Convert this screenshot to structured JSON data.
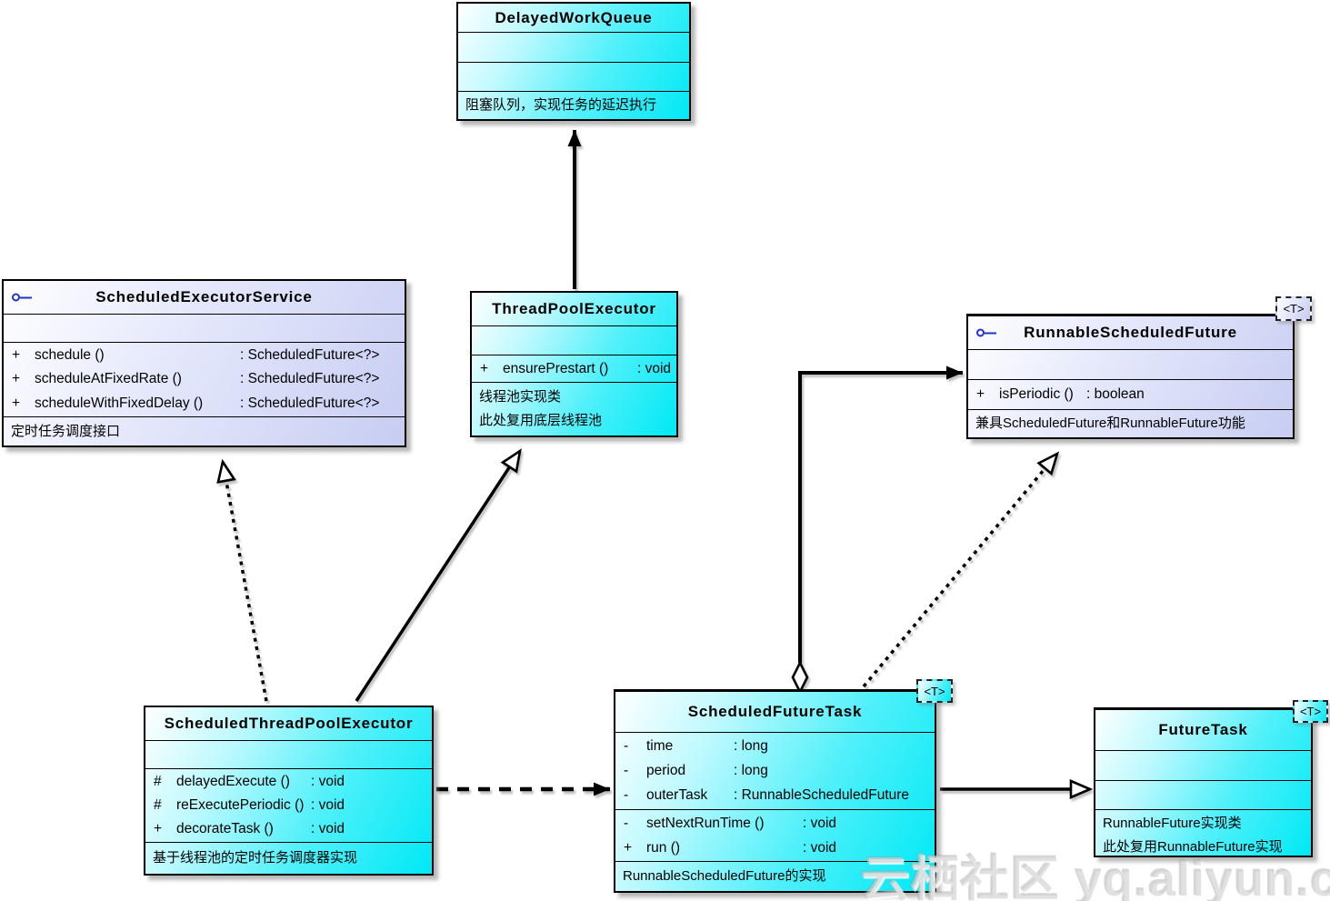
{
  "watermark": "云栖社区 yq.aliyun.com",
  "classes": {
    "delayedWorkQueue": {
      "name": "DelayedWorkQueue",
      "note_lines": [
        "阻塞队列，实现任务的延迟执行"
      ]
    },
    "scheduledExecutorService": {
      "name": "ScheduledExecutorService",
      "stereotype": "interface",
      "methods": [
        {
          "v": "+",
          "n": "schedule ()",
          "t": ": ScheduledFuture<?>"
        },
        {
          "v": "+",
          "n": "scheduleAtFixedRate ()",
          "t": ": ScheduledFuture<?>"
        },
        {
          "v": "+",
          "n": "scheduleWithFixedDelay ()",
          "t": ": ScheduledFuture<?>"
        }
      ],
      "note_lines": [
        "定时任务调度接口"
      ]
    },
    "threadPoolExecutor": {
      "name": "ThreadPoolExecutor",
      "methods": [
        {
          "v": "+",
          "n": "ensurePrestart ()",
          "t": ": void"
        }
      ],
      "note_lines": [
        "线程池实现类",
        "此处复用底层线程池"
      ]
    },
    "runnableScheduledFuture": {
      "name": "RunnableScheduledFuture",
      "stereotype": "interface",
      "generic": "<T>",
      "methods": [
        {
          "v": "+",
          "n": "isPeriodic ()",
          "t": ": boolean"
        }
      ],
      "note_lines": [
        "兼具ScheduledFuture和RunnableFuture功能"
      ]
    },
    "scheduledThreadPoolExecutor": {
      "name": "ScheduledThreadPoolExecutor",
      "methods": [
        {
          "v": "#",
          "n": "delayedExecute ()",
          "t": ": void"
        },
        {
          "v": "#",
          "n": "reExecutePeriodic ()",
          "t": ": void"
        },
        {
          "v": "+",
          "n": "decorateTask ()",
          "t": ": void"
        }
      ],
      "note_lines": [
        "基于线程池的定时任务调度器实现"
      ]
    },
    "scheduledFutureTask": {
      "name": "ScheduledFutureTask",
      "generic": "<T>",
      "attributes": [
        {
          "v": "-",
          "n": "time",
          "t": ": long"
        },
        {
          "v": "-",
          "n": "period",
          "t": ": long"
        },
        {
          "v": "-",
          "n": "outerTask",
          "t": ": RunnableScheduledFuture"
        }
      ],
      "methods": [
        {
          "v": "-",
          "n": "setNextRunTime ()",
          "t": ": void"
        },
        {
          "v": "+",
          "n": "run ()",
          "t": ": void"
        }
      ],
      "note_lines": [
        "RunnableScheduledFuture的实现"
      ]
    },
    "futureTask": {
      "name": "FutureTask",
      "generic": "<T>",
      "note_lines": [
        "RunnableFuture实现类",
        "此处复用RunnableFuture实现"
      ]
    }
  },
  "relations": [
    {
      "from": "ThreadPoolExecutor",
      "to": "DelayedWorkQueue",
      "type": "association"
    },
    {
      "from": "ScheduledThreadPoolExecutor",
      "to": "ScheduledExecutorService",
      "type": "realization"
    },
    {
      "from": "ScheduledThreadPoolExecutor",
      "to": "ThreadPoolExecutor",
      "type": "generalization"
    },
    {
      "from": "ScheduledThreadPoolExecutor",
      "to": "ScheduledFutureTask",
      "type": "dependency"
    },
    {
      "from": "ScheduledFutureTask",
      "to": "RunnableScheduledFuture",
      "type": "aggregation"
    },
    {
      "from": "ScheduledFutureTask",
      "to": "RunnableScheduledFuture",
      "type": "realization"
    },
    {
      "from": "ScheduledFutureTask",
      "to": "FutureTask",
      "type": "generalization"
    }
  ]
}
